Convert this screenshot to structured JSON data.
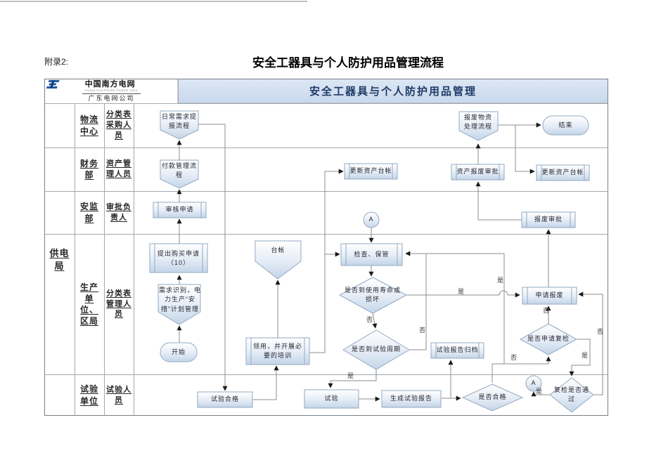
{
  "page": {
    "appendix": "附录2:",
    "title": "安全工器具与个人防护用品管理流程"
  },
  "logo": {
    "name": "中国南方电网",
    "sub": "CHINA SOUTHERN POWER GRID",
    "company": "广东电网公司"
  },
  "banner": {
    "title": "安全工器具与个人防护用品管理"
  },
  "lanes": {
    "org": "供电局",
    "rows": [
      {
        "dept": "物流中心",
        "role": "分类表采购人员"
      },
      {
        "dept": "财务部",
        "role": "资产管理人员"
      },
      {
        "dept": "安监部",
        "role": "审批负责人"
      },
      {
        "dept": "生产单位、区局",
        "role": "分类表管理人员"
      },
      {
        "dept": "试验单位",
        "role": "试验人员"
      }
    ]
  },
  "shapes": {
    "daily_demand": "日常需求提报流程",
    "payment": "付款管理流程",
    "review": "审核申请",
    "purchase": "提出购买申请（10）",
    "demand_identify": "需求识别，电力生产“安措”计划管理",
    "start": "开始",
    "ledger": "台帐",
    "receive_train": "领用，并开展必要的培训",
    "test_passed": "试验合格",
    "test": "试验",
    "gen_report": "生成试验报告",
    "check_keep": "检查、保管",
    "lifespan_q": "是否到使用寿命或损坏",
    "cycle_q": "是否到试验周期",
    "report_archive": "试验报告归档",
    "pass_q": "是否合格",
    "update_ledger_mid": "更新资产台帐",
    "asset_scrap_approval": "资产报废审批",
    "update_ledger_right": "更新资产台帐",
    "scrap_approval": "报废审批",
    "apply_scrap": "申请报废",
    "recheck_q": "是否申请复检",
    "recheck_pass_q": "复检是否通过",
    "scrap_process": "报废物资处理流程",
    "end": "结束",
    "connector_a": "A"
  },
  "labels": {
    "yes": "是",
    "no": "否"
  },
  "colors": {
    "line": "#8c8c8c",
    "grid": "#a3a8ad",
    "outer": "#7a7f85",
    "shape-border": "#93a9c2",
    "shape-fill-top": "#ffffff",
    "shape-fill-bottom": "#c3d5e8",
    "banner-top": "#dde7f5",
    "banner-bottom": "#c9d8ec",
    "banner-text": "#1f3b66",
    "logo-blue": "#1e5aa8"
  }
}
